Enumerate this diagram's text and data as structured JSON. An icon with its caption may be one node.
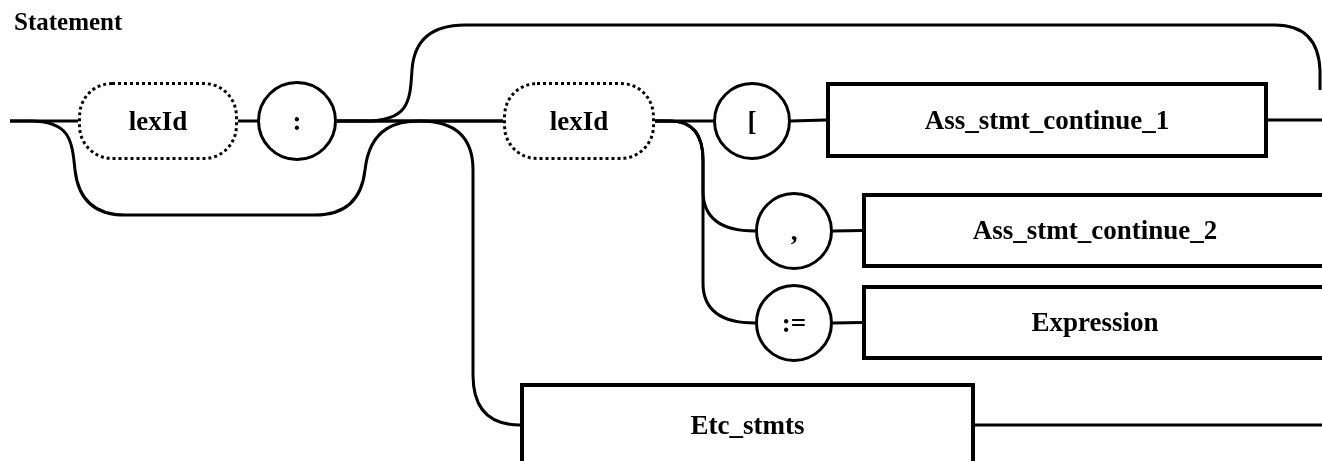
{
  "diagram": {
    "title": "Statement",
    "nodes": [
      {
        "text": [
          "lexId"
        ]
      },
      {
        "text": [
          ":"
        ]
      },
      {
        "text": [
          "lexId"
        ]
      },
      {
        "text": [
          "["
        ]
      },
      {
        "text": [
          "Ass_stmt_continue_1"
        ]
      },
      {
        "text": [
          ","
        ]
      },
      {
        "text": [
          "Ass_stmt_continue_2"
        ]
      },
      {
        "text": [
          ":="
        ]
      },
      {
        "text": [
          "Expression"
        ]
      },
      {
        "text": [
          "Etc_stmts"
        ]
      }
    ],
    "edges": [
      {
        "from": null,
        "to": 0,
        "arrow": "none"
      },
      {
        "from": 0,
        "to": 1,
        "arrow": "none"
      },
      {
        "from": 1,
        "to": 2,
        "arrow": "none"
      },
      {
        "from": 1,
        "to": 9,
        "arrow": "none"
      },
      {
        "from": 1,
        "to": null,
        "arrow": "none"
      },
      {
        "from": null,
        "to": 2,
        "arrow": "none"
      },
      {
        "from": 2,
        "to": 3,
        "arrow": "none"
      },
      {
        "from": 2,
        "to": 5,
        "arrow": "none"
      },
      {
        "from": 2,
        "to": 7,
        "arrow": "none"
      },
      {
        "from": 3,
        "to": 4,
        "arrow": "none"
      },
      {
        "from": 5,
        "to": 6,
        "arrow": "none"
      },
      {
        "from": 7,
        "to": 8,
        "arrow": "none"
      },
      {
        "from": 4,
        "to": null,
        "arrow": "none"
      },
      {
        "from": 9,
        "to": null,
        "arrow": "none"
      }
    ]
  }
}
